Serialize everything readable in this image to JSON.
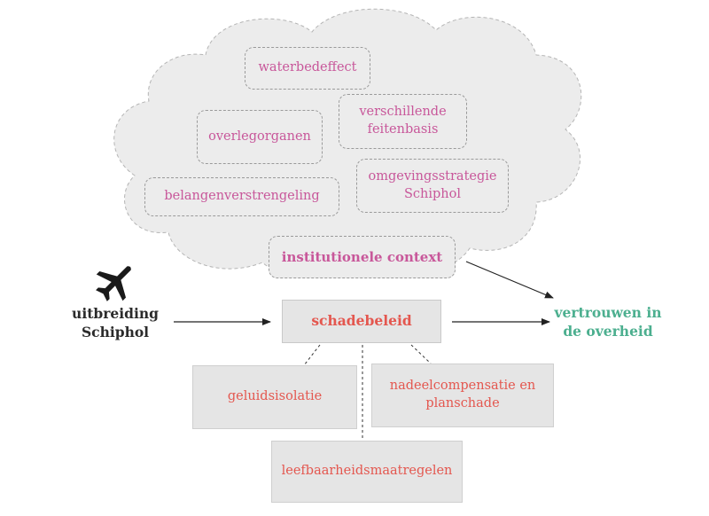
{
  "colors": {
    "cloud_fill": "#ececec",
    "cloud_stroke": "#b5b5b5",
    "cloud_text": "#c8579a",
    "policy_text": "#e4574f",
    "outcome_text": "#4caf8f",
    "input_text": "#2b2b2b",
    "arrow": "#222222"
  },
  "cloud": {
    "items": {
      "waterbedeffect": "waterbedeffect",
      "verschillende": "verschillende feitenbasis",
      "overlegorganen": "overlegorganen",
      "omgevingsstrategie": "omgevingsstrategie Schiphol",
      "belangenverstrengeling": "belangenverstrengeling"
    },
    "context_label": "institutionele context"
  },
  "input": {
    "label_line1": "uitbreiding",
    "label_line2": "Schiphol",
    "icon": "airplane-icon"
  },
  "policy": {
    "main_label": "schadebeleid",
    "sub": {
      "geluidsisolatie": "geluidsisolatie",
      "nadeelcompensatie": "nadeelcompensatie en planschade",
      "leefbaarheid": "leefbaarheidsmaatregelen"
    }
  },
  "outcome": {
    "line1": "vertrouwen in",
    "line2": "de overheid"
  }
}
